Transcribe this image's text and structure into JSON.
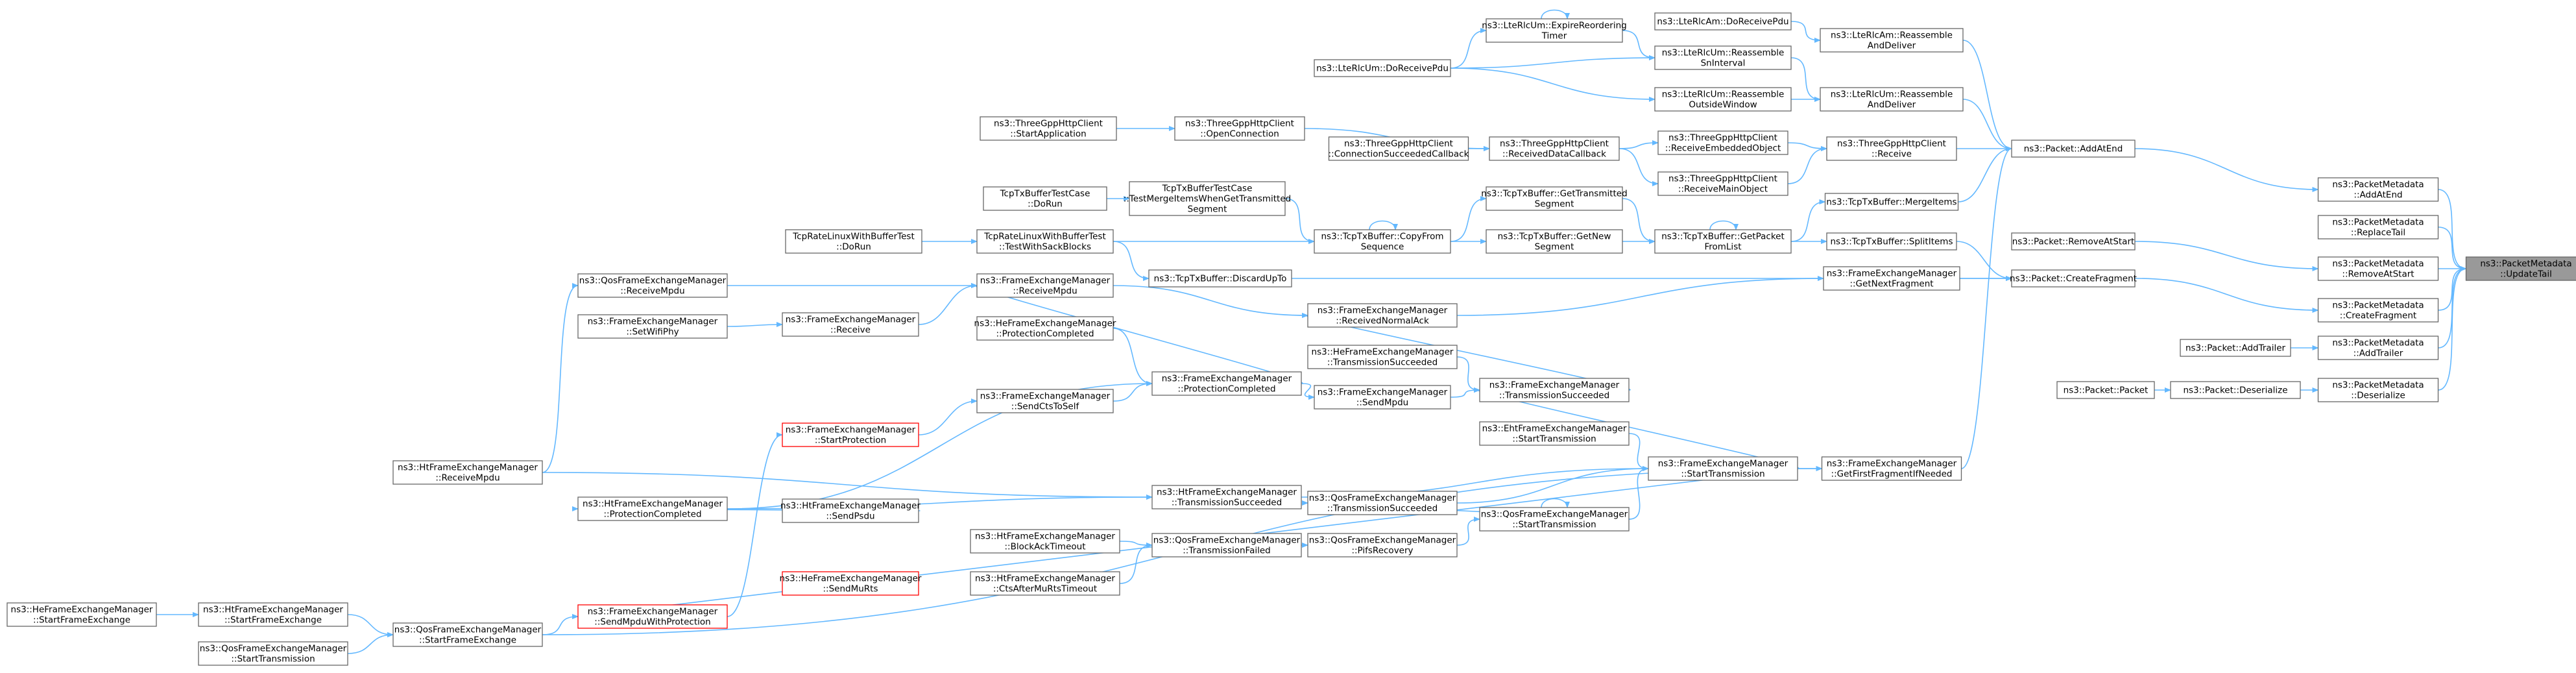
{
  "graph": {
    "type": "caller-graph",
    "direction": "right-to-left",
    "colors": {
      "edge": "#63B8FF",
      "box_border": "#666666",
      "box_fill": "#ffffff",
      "target_fill": "#999999",
      "highlight_border": "#ff0000"
    },
    "nodes": [
      {
        "id": "n1",
        "lines": [
          "ns3::PacketMetadata",
          "::UpdateTail"
        ],
        "target": true
      },
      {
        "id": "n2",
        "lines": [
          "ns3::PacketMetadata",
          "::AddAtEnd"
        ]
      },
      {
        "id": "n3",
        "lines": [
          "ns3::PacketMetadata",
          "::ReplaceTail"
        ]
      },
      {
        "id": "n4",
        "lines": [
          "ns3::PacketMetadata",
          "::RemoveAtStart"
        ]
      },
      {
        "id": "n5",
        "lines": [
          "ns3::PacketMetadata",
          "::CreateFragment"
        ]
      },
      {
        "id": "n6",
        "lines": [
          "ns3::PacketMetadata",
          "::AddTrailer"
        ]
      },
      {
        "id": "n7",
        "lines": [
          "ns3::PacketMetadata",
          "::Deserialize"
        ]
      },
      {
        "id": "n8",
        "lines": [
          "ns3::Packet::AddAtEnd"
        ]
      },
      {
        "id": "n9",
        "lines": [
          "ns3::Packet::RemoveAtStart"
        ]
      },
      {
        "id": "n10",
        "lines": [
          "ns3::Packet::CreateFragment"
        ]
      },
      {
        "id": "n11",
        "lines": [
          "ns3::Packet::AddTrailer"
        ]
      },
      {
        "id": "n12",
        "lines": [
          "ns3::Packet::Deserialize"
        ]
      },
      {
        "id": "n13",
        "lines": [
          "ns3::Packet::Packet"
        ]
      },
      {
        "id": "n14",
        "lines": [
          "ns3::LteRlcAm::Reassemble",
          "AndDeliver"
        ]
      },
      {
        "id": "n15",
        "lines": [
          "ns3::LteRlcUm::Reassemble",
          "AndDeliver"
        ]
      },
      {
        "id": "n16",
        "lines": [
          "ns3::ThreeGppHttpClient",
          "::Receive"
        ]
      },
      {
        "id": "n17",
        "lines": [
          "ns3::TcpTxBuffer::MergeItems"
        ]
      },
      {
        "id": "n18",
        "lines": [
          "ns3::TcpTxBuffer::SplitItems"
        ]
      },
      {
        "id": "n19",
        "lines": [
          "ns3::FrameExchangeManager",
          "::GetNextFragment"
        ]
      },
      {
        "id": "n20",
        "lines": [
          "ns3::FrameExchangeManager",
          "::GetFirstFragmentIfNeeded"
        ]
      },
      {
        "id": "n21",
        "lines": [
          "ns3::LteRlcAm::DoReceivePdu"
        ]
      },
      {
        "id": "n22",
        "lines": [
          "ns3::LteRlcUm::ExpireReordering",
          "Timer"
        ]
      },
      {
        "id": "n23",
        "lines": [
          "ns3::LteRlcUm::Reassemble",
          "SnInterval"
        ]
      },
      {
        "id": "n24",
        "lines": [
          "ns3::LteRlcUm::Reassemble",
          "OutsideWindow"
        ]
      },
      {
        "id": "n25",
        "lines": [
          "ns3::LteRlcUm::DoReceivePdu"
        ]
      },
      {
        "id": "n26",
        "lines": [
          "ns3::ThreeGppHttpClient",
          "::ReceiveEmbeddedObject"
        ]
      },
      {
        "id": "n27",
        "lines": [
          "ns3::ThreeGppHttpClient",
          "::ReceiveMainObject"
        ]
      },
      {
        "id": "n28",
        "lines": [
          "ns3::ThreeGppHttpClient",
          "::ReceivedDataCallback"
        ]
      },
      {
        "id": "n29",
        "lines": [
          "ns3::ThreeGppHttpClient",
          "::OpenConnection"
        ]
      },
      {
        "id": "n30",
        "lines": [
          "ns3::ThreeGppHttpClient",
          "::ConnectionSucceededCallback"
        ]
      },
      {
        "id": "n31",
        "lines": [
          "ns3::ThreeGppHttpClient",
          "::StartApplication"
        ]
      },
      {
        "id": "n32",
        "lines": [
          "ns3::TcpTxBuffer::GetPacket",
          "FromList"
        ]
      },
      {
        "id": "n33",
        "lines": [
          "ns3::TcpTxBuffer::GetTransmitted",
          "Segment"
        ]
      },
      {
        "id": "n34",
        "lines": [
          "ns3::TcpTxBuffer::GetNew",
          "Segment"
        ]
      },
      {
        "id": "n35",
        "lines": [
          "ns3::TcpTxBuffer::CopyFrom",
          "Sequence"
        ]
      },
      {
        "id": "n36",
        "lines": [
          "TcpTxBufferTestCase",
          "::TestMergeItemsWhenGetTransmitted",
          "Segment"
        ]
      },
      {
        "id": "n37",
        "lines": [
          "TcpTxBufferTestCase",
          "::DoRun"
        ]
      },
      {
        "id": "n38",
        "lines": [
          "TcpRateLinuxWithBufferTest",
          "::TestWithSackBlocks"
        ]
      },
      {
        "id": "n39",
        "lines": [
          "TcpRateLinuxWithBufferTest",
          "::DoRun"
        ]
      },
      {
        "id": "n40",
        "lines": [
          "ns3::TcpTxBuffer::DiscardUpTo"
        ]
      },
      {
        "id": "n41",
        "lines": [
          "ns3::FrameExchangeManager",
          "::ReceivedNormalAck"
        ]
      },
      {
        "id": "n42",
        "lines": [
          "ns3::FrameExchangeManager",
          "::ReceiveMpdu"
        ]
      },
      {
        "id": "n43",
        "lines": [
          "ns3::QosFrameExchangeManager",
          "::ReceiveMpdu"
        ]
      },
      {
        "id": "n44",
        "lines": [
          "ns3::FrameExchangeManager",
          "::Receive"
        ]
      },
      {
        "id": "n45",
        "lines": [
          "ns3::FrameExchangeManager",
          "::SetWifiPhy"
        ]
      },
      {
        "id": "n46",
        "lines": [
          "ns3::HeFrameExchangeManager",
          "::ProtectionCompleted"
        ]
      },
      {
        "id": "n47",
        "lines": [
          "ns3::FrameExchangeManager",
          "::ProtectionCompleted"
        ]
      },
      {
        "id": "n48",
        "lines": [
          "ns3::FrameExchangeManager",
          "::SendCtsToSelf"
        ]
      },
      {
        "id": "n49",
        "lines": [
          "ns3::FrameExchangeManager",
          "::StartProtection"
        ],
        "highlight": true
      },
      {
        "id": "n50",
        "lines": [
          "ns3::HeFrameExchangeManager",
          "::TransmissionSucceeded"
        ]
      },
      {
        "id": "n51",
        "lines": [
          "ns3::FrameExchangeManager",
          "::SendMpdu"
        ]
      },
      {
        "id": "n52",
        "lines": [
          "ns3::FrameExchangeManager",
          "::TransmissionSucceeded"
        ]
      },
      {
        "id": "n53",
        "lines": [
          "ns3::EhtFrameExchangeManager",
          "::StartTransmission"
        ]
      },
      {
        "id": "n54",
        "lines": [
          "ns3::FrameExchangeManager",
          "::StartTransmission"
        ]
      },
      {
        "id": "n55",
        "lines": [
          "ns3::HtFrameExchangeManager",
          "::ReceiveMpdu"
        ]
      },
      {
        "id": "n56",
        "lines": [
          "ns3::HtFrameExchangeManager",
          "::ProtectionCompleted"
        ]
      },
      {
        "id": "n57",
        "lines": [
          "ns3::HtFrameExchangeManager",
          "::TransmissionSucceeded"
        ]
      },
      {
        "id": "n58",
        "lines": [
          "ns3::HtFrameExchangeManager",
          "::SendPsdu"
        ]
      },
      {
        "id": "n59",
        "lines": [
          "ns3::QosFrameExchangeManager",
          "::TransmissionSucceeded"
        ]
      },
      {
        "id": "n60",
        "lines": [
          "ns3::QosFrameExchangeManager",
          "::StartTransmission"
        ]
      },
      {
        "id": "n61",
        "lines": [
          "ns3::HtFrameExchangeManager",
          "::BlockAckTimeout"
        ]
      },
      {
        "id": "n62",
        "lines": [
          "ns3::QosFrameExchangeManager",
          "::TransmissionFailed"
        ]
      },
      {
        "id": "n63",
        "lines": [
          "ns3::QosFrameExchangeManager",
          "::PifsRecovery"
        ]
      },
      {
        "id": "n64",
        "lines": [
          "ns3::HeFrameExchangeManager",
          "::SendMuRts"
        ],
        "highlight": true
      },
      {
        "id": "n65",
        "lines": [
          "ns3::HtFrameExchangeManager",
          "::CtsAfterMuRtsTimeout"
        ]
      },
      {
        "id": "n66",
        "lines": [
          "ns3::FrameExchangeManager",
          "::SendMpduWithProtection"
        ],
        "highlight": true
      },
      {
        "id": "n67",
        "lines": [
          "ns3::QosFrameExchangeManager",
          "::StartFrameExchange"
        ]
      },
      {
        "id": "n68",
        "lines": [
          "ns3::HtFrameExchangeManager",
          "::StartFrameExchange"
        ]
      },
      {
        "id": "n69",
        "lines": [
          "ns3::HeFrameExchangeManager",
          "::StartFrameExchange"
        ]
      },
      {
        "id": "n70",
        "lines": [
          "ns3::QosFrameExchangeManager",
          "::StartTransmission"
        ]
      }
    ],
    "edges": [
      [
        "n2",
        "n1"
      ],
      [
        "n3",
        "n1"
      ],
      [
        "n4",
        "n1"
      ],
      [
        "n5",
        "n1"
      ],
      [
        "n6",
        "n1"
      ],
      [
        "n7",
        "n1"
      ],
      [
        "n8",
        "n2"
      ],
      [
        "n9",
        "n4"
      ],
      [
        "n10",
        "n5"
      ],
      [
        "n11",
        "n6"
      ],
      [
        "n12",
        "n7"
      ],
      [
        "n13",
        "n12"
      ],
      [
        "n14",
        "n8"
      ],
      [
        "n15",
        "n8"
      ],
      [
        "n16",
        "n8"
      ],
      [
        "n17",
        "n8"
      ],
      [
        "n20",
        "n8"
      ],
      [
        "n18",
        "n10"
      ],
      [
        "n19",
        "n10"
      ],
      [
        "n40",
        "n10"
      ],
      [
        "n21",
        "n14"
      ],
      [
        "n23",
        "n15"
      ],
      [
        "n24",
        "n15"
      ],
      [
        "n22",
        "n23"
      ],
      [
        "n25",
        "n23"
      ],
      [
        "n25",
        "n24"
      ],
      [
        "n25",
        "n22"
      ],
      [
        "n22",
        "n22"
      ],
      [
        "n26",
        "n16"
      ],
      [
        "n27",
        "n16"
      ],
      [
        "n28",
        "n26"
      ],
      [
        "n28",
        "n27"
      ],
      [
        "n29",
        "n28"
      ],
      [
        "n30",
        "n28"
      ],
      [
        "n31",
        "n29"
      ],
      [
        "n32",
        "n17"
      ],
      [
        "n32",
        "n18"
      ],
      [
        "n32",
        "n32"
      ],
      [
        "n33",
        "n32"
      ],
      [
        "n34",
        "n32"
      ],
      [
        "n35",
        "n33"
      ],
      [
        "n35",
        "n34"
      ],
      [
        "n35",
        "n35"
      ],
      [
        "n36",
        "n35"
      ],
      [
        "n37",
        "n36"
      ],
      [
        "n38",
        "n35"
      ],
      [
        "n38",
        "n40"
      ],
      [
        "n39",
        "n38"
      ],
      [
        "n41",
        "n19"
      ],
      [
        "n42",
        "n41"
      ],
      [
        "n43",
        "n42"
      ],
      [
        "n44",
        "n42"
      ],
      [
        "n45",
        "n44"
      ],
      [
        "n47",
        "n42"
      ],
      [
        "n46",
        "n47"
      ],
      [
        "n48",
        "n47"
      ],
      [
        "n49",
        "n48"
      ],
      [
        "n56",
        "n47"
      ],
      [
        "n52",
        "n41"
      ],
      [
        "n50",
        "n52"
      ],
      [
        "n51",
        "n52"
      ],
      [
        "n47",
        "n51"
      ],
      [
        "n54",
        "n52"
      ],
      [
        "n53",
        "n54"
      ],
      [
        "n54",
        "n20"
      ],
      [
        "n55",
        "n43"
      ],
      [
        "n56",
        "n57"
      ],
      [
        "n57",
        "n54"
      ],
      [
        "n55",
        "n57"
      ],
      [
        "n58",
        "n56"
      ],
      [
        "n59",
        "n54"
      ],
      [
        "n60",
        "n54"
      ],
      [
        "n60",
        "n59"
      ],
      [
        "n60",
        "n60"
      ],
      [
        "n61",
        "n62"
      ],
      [
        "n62",
        "n63"
      ],
      [
        "n63",
        "n60"
      ],
      [
        "n65",
        "n62"
      ],
      [
        "n66",
        "n49"
      ],
      [
        "n54",
        "n66"
      ],
      [
        "n67",
        "n66"
      ],
      [
        "n67",
        "n20"
      ],
      [
        "n68",
        "n67"
      ],
      [
        "n69",
        "n68"
      ],
      [
        "n70",
        "n67"
      ]
    ]
  }
}
